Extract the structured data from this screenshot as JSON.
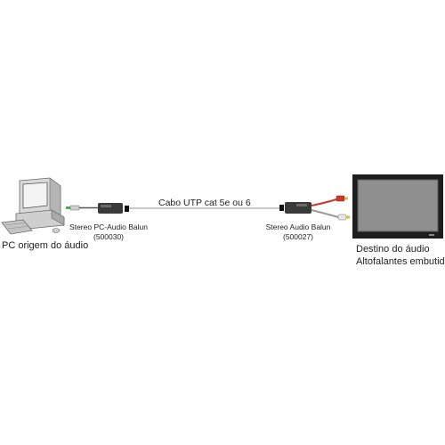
{
  "source": {
    "label": "PC origem do áudio"
  },
  "cable": {
    "label": "Cabo UTP cat 5e ou 6"
  },
  "balun_pc": {
    "name": "Stereo PC-Audio Balun",
    "code": "(500030)"
  },
  "balun_audio": {
    "name": "Stereo Audio Balun",
    "code": "(500027)"
  },
  "destination": {
    "line1": "Destino do áudio",
    "line2": "Altofalantes embutidos"
  },
  "colors": {
    "rca_red": "#c83a2c",
    "rca_white": "#e8e8e8",
    "screen": "#8f8f8f",
    "bezel": "#1e1e1e"
  }
}
